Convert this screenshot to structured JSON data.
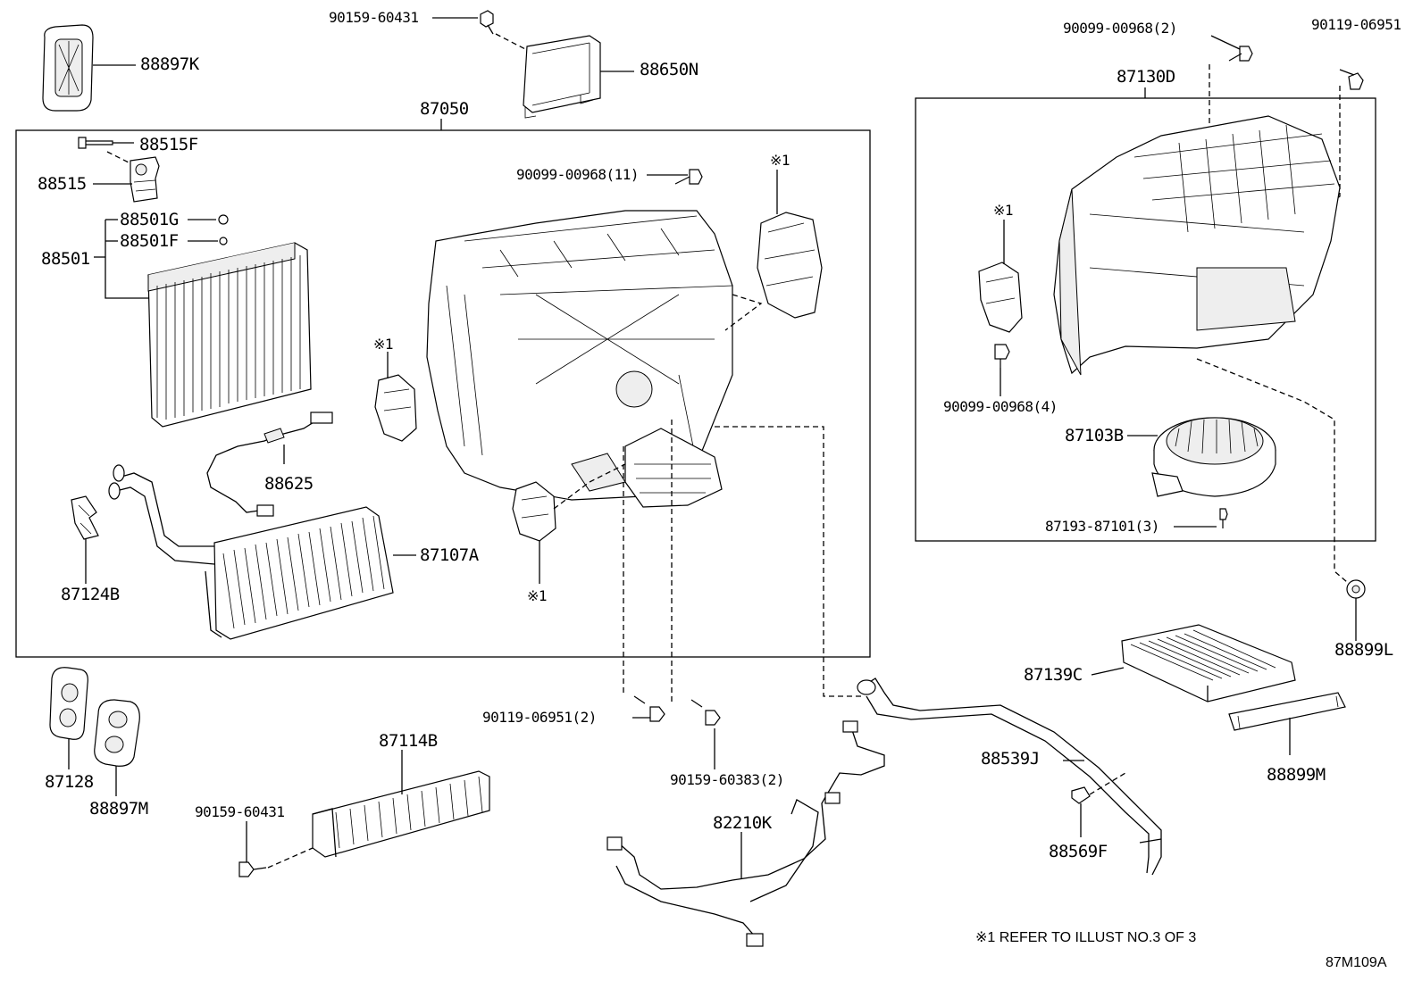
{
  "labels": {
    "p88897K": "88897K",
    "p90159_60431_top": "90159-60431",
    "p88650N": "88650N",
    "p87050": "87050",
    "p88515F": "88515F",
    "p88515": "88515",
    "p88501G": "88501G",
    "p88501F": "88501F",
    "p88501": "88501",
    "p90099_00968_11": "90099-00968(11)",
    "ref1_a": "※1",
    "ref1_b": "※1",
    "ref1_c": "※1",
    "ref1_d": "※1",
    "p88625": "88625",
    "p87107A": "87107A",
    "p87124B": "87124B",
    "p90099_00968_2": "90099-00968(2)",
    "p90119_06951_top": "90119-06951",
    "p87130D": "87130D",
    "p90099_00968_4": "90099-00968(4)",
    "p87103B": "87103B",
    "p87193_87101_3": "87193-87101(3)",
    "p88899L": "88899L",
    "p87139C": "87139C",
    "p88899M": "88899M",
    "p87128": "87128",
    "p88897M": "88897M",
    "p90119_06951_2": "90119-06951(2)",
    "p90159_60383_2": "90159-60383(2)",
    "p87114B": "87114B",
    "p90159_60431_bot": "90159-60431",
    "p82210K": "82210K",
    "p88539J": "88539J",
    "p88569F": "88569F",
    "footnote": "※1 REFER TO ILLUST NO.3 OF 3",
    "illust_code": "87M109A"
  }
}
